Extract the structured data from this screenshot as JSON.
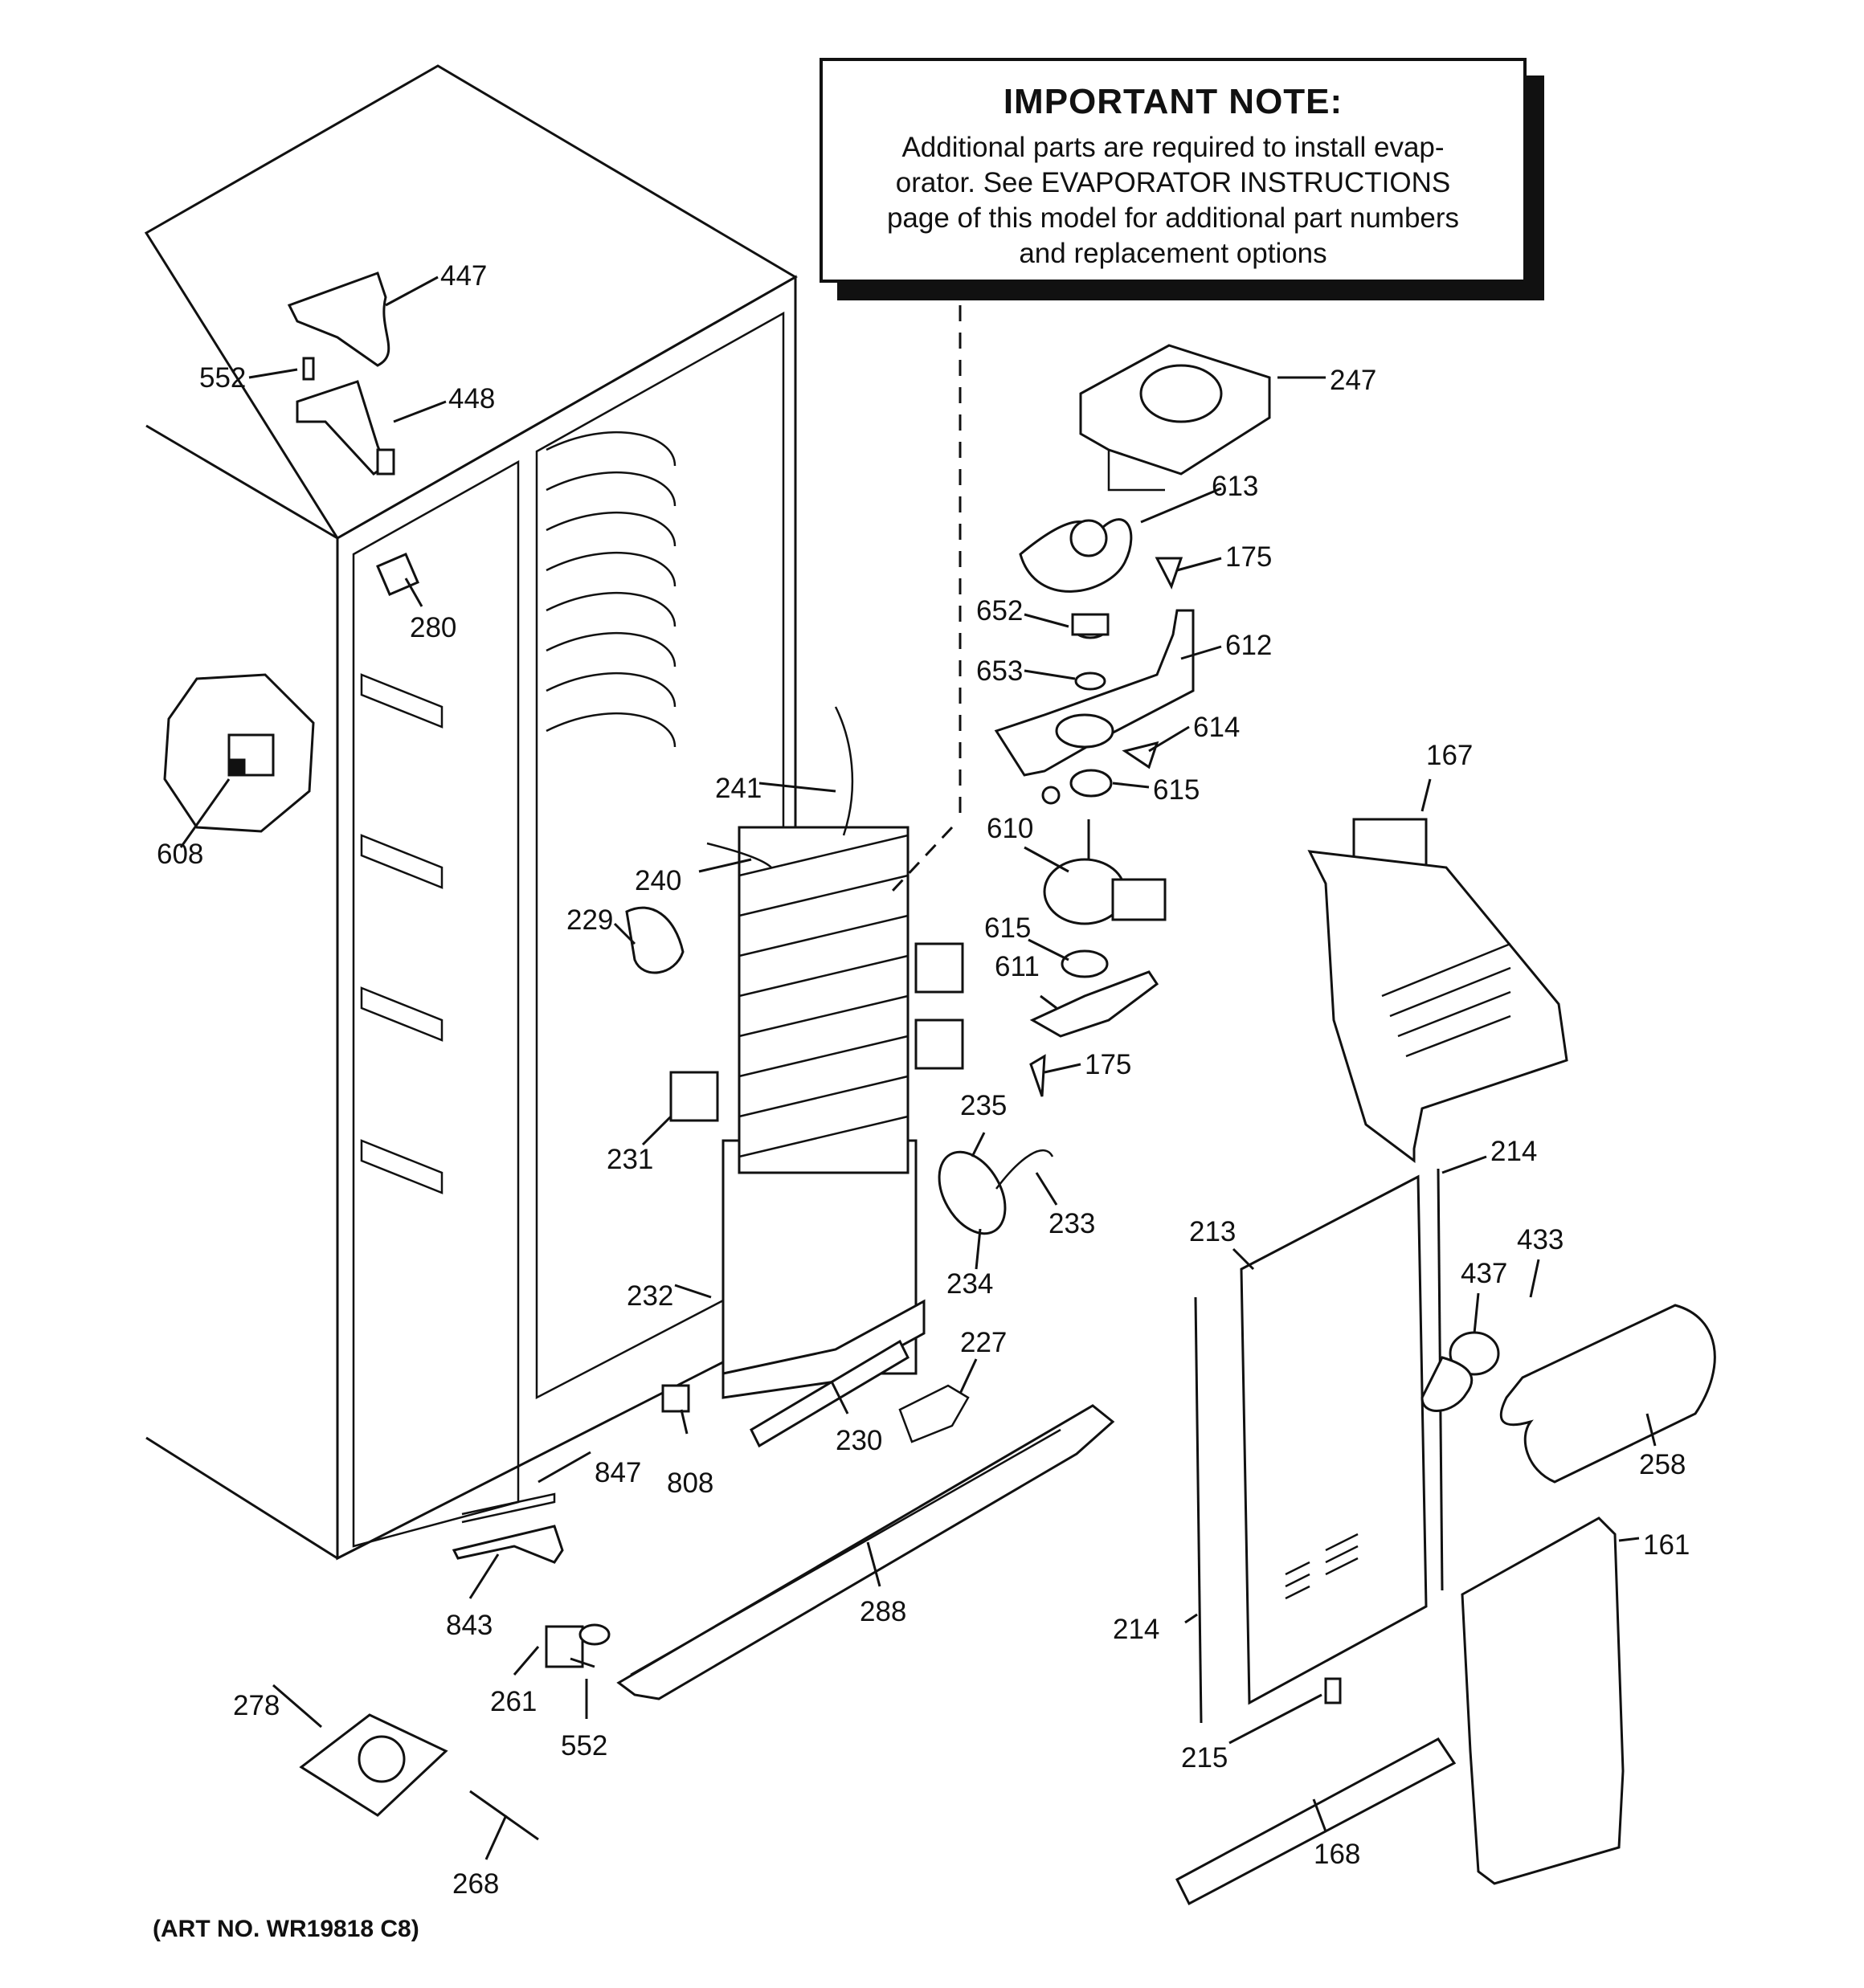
{
  "note": {
    "title": "IMPORTANT NOTE:",
    "lines": [
      "Additional parts are required to install evap-",
      "orator.  See EVAPORATOR INSTRUCTIONS",
      "page of this model for additional part numbers",
      "and replacement options"
    ]
  },
  "art_number": "(ART NO. WR19818 C8)",
  "callouts": {
    "c447": "447",
    "c552a": "552",
    "c448": "448",
    "c280": "280",
    "c608": "608",
    "c247": "247",
    "c613": "613",
    "c175a": "175",
    "c652": "652",
    "c612": "612",
    "c653": "653",
    "c614": "614",
    "c615a": "615",
    "c241": "241",
    "c240": "240",
    "c229": "229",
    "c610": "610",
    "c615b": "615",
    "c611": "611",
    "c175b": "175",
    "c167": "167",
    "c235": "235",
    "c231": "231",
    "c233": "233",
    "c214a": "214",
    "c213": "213",
    "c433": "433",
    "c437": "437",
    "c234": "234",
    "c232": "232",
    "c227": "227",
    "c258": "258",
    "c230": "230",
    "c808": "808",
    "c847": "847",
    "c161": "161",
    "c288": "288",
    "c843": "843",
    "c214b": "214",
    "c261": "261",
    "c278": "278",
    "c552b": "552",
    "c215": "215",
    "c268": "268",
    "c168": "168"
  }
}
